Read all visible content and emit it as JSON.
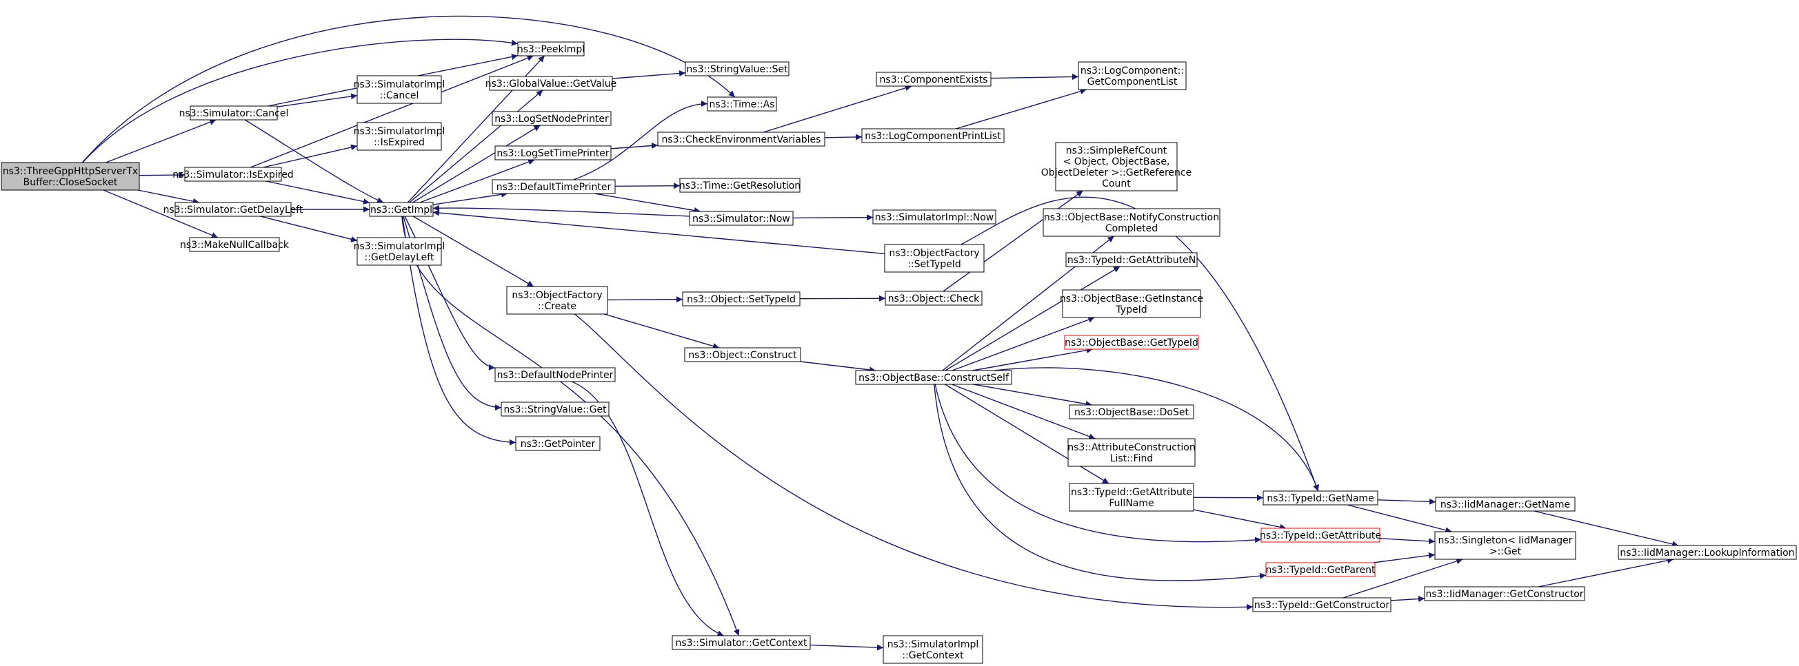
{
  "graph": {
    "colors": {
      "edge": "#191970",
      "node_border": "#000000",
      "node_fill": "#ffffff",
      "root_fill": "#bfbfbf",
      "truncated_border": "#ff0000"
    },
    "nodes": [
      {
        "id": "root",
        "lines": [
          "ns3::ThreeGppHttpServerTx",
          "Buffer::CloseSocket"
        ],
        "style": "root"
      },
      {
        "id": "sim_cancel",
        "lines": [
          "ns3::Simulator::Cancel"
        ]
      },
      {
        "id": "sim_isexpired",
        "lines": [
          "ns3::Simulator::IsExpired"
        ]
      },
      {
        "id": "sim_getdelayleft",
        "lines": [
          "ns3::Simulator::GetDelayLeft"
        ]
      },
      {
        "id": "makenullcallback",
        "lines": [
          "ns3::MakeNullCallback"
        ]
      },
      {
        "id": "simimpl_cancel",
        "lines": [
          "ns3::SimulatorImpl",
          "::Cancel"
        ]
      },
      {
        "id": "simimpl_isexpired",
        "lines": [
          "ns3::SimulatorImpl",
          "::IsExpired"
        ]
      },
      {
        "id": "getimpl",
        "lines": [
          "ns3::GetImpl"
        ]
      },
      {
        "id": "simimpl_getdelayleft",
        "lines": [
          "ns3::SimulatorImpl",
          "::GetDelayLeft"
        ]
      },
      {
        "id": "peekimpl",
        "lines": [
          "ns3::PeekImpl"
        ]
      },
      {
        "id": "globalvalue_getvalue",
        "lines": [
          "ns3::GlobalValue::GetValue"
        ]
      },
      {
        "id": "logsetnodeprinter",
        "lines": [
          "ns3::LogSetNodePrinter"
        ]
      },
      {
        "id": "logsettimeprinter",
        "lines": [
          "ns3::LogSetTimePrinter"
        ]
      },
      {
        "id": "defaulttimeprinter",
        "lines": [
          "ns3::DefaultTimePrinter"
        ]
      },
      {
        "id": "objectfactory_create",
        "lines": [
          "ns3::ObjectFactory",
          "::Create"
        ]
      },
      {
        "id": "defaultnodeprinter",
        "lines": [
          "ns3::DefaultNodePrinter"
        ]
      },
      {
        "id": "stringvalue_get",
        "lines": [
          "ns3::StringValue::Get"
        ]
      },
      {
        "id": "getpointer",
        "lines": [
          "ns3::GetPointer"
        ]
      },
      {
        "id": "stringvalue_set",
        "lines": [
          "ns3::StringValue::Set"
        ]
      },
      {
        "id": "time_as",
        "lines": [
          "ns3::Time::As"
        ]
      },
      {
        "id": "checkenvvars",
        "lines": [
          "ns3::CheckEnvironmentVariables"
        ]
      },
      {
        "id": "time_getresolution",
        "lines": [
          "ns3::Time::GetResolution"
        ]
      },
      {
        "id": "sim_now",
        "lines": [
          "ns3::Simulator::Now"
        ]
      },
      {
        "id": "object_settypeid",
        "lines": [
          "ns3::Object::SetTypeId"
        ]
      },
      {
        "id": "object_construct",
        "lines": [
          "ns3::Object::Construct"
        ]
      },
      {
        "id": "sim_getcontext",
        "lines": [
          "ns3::Simulator::GetContext"
        ]
      },
      {
        "id": "componentexists",
        "lines": [
          "ns3::ComponentExists"
        ]
      },
      {
        "id": "logcomponentprintlist",
        "lines": [
          "ns3::LogComponentPrintList"
        ]
      },
      {
        "id": "simimpl_now",
        "lines": [
          "ns3::SimulatorImpl::Now"
        ]
      },
      {
        "id": "objectfactory_settypeid",
        "lines": [
          "ns3::ObjectFactory",
          "::SetTypeId"
        ]
      },
      {
        "id": "object_check",
        "lines": [
          "ns3::Object::Check"
        ]
      },
      {
        "id": "objectbase_constructself",
        "lines": [
          "ns3::ObjectBase::ConstructSelf"
        ]
      },
      {
        "id": "simimpl_getcontext",
        "lines": [
          "ns3::SimulatorImpl",
          "::GetContext"
        ]
      },
      {
        "id": "logcomponent_getlist",
        "lines": [
          "ns3::LogComponent::",
          "GetComponentList"
        ]
      },
      {
        "id": "simplerefcount",
        "lines": [
          "ns3::SimpleRefCount",
          "< Object, ObjectBase,",
          "ObjectDeleter >::GetReference",
          "Count"
        ]
      },
      {
        "id": "notifyconstruction",
        "lines": [
          "ns3::ObjectBase::NotifyConstruction",
          "Completed"
        ]
      },
      {
        "id": "typeid_getattributen",
        "lines": [
          "ns3::TypeId::GetAttributeN"
        ]
      },
      {
        "id": "objectbase_getinstancetypeid",
        "lines": [
          "ns3::ObjectBase::GetInstance",
          "TypeId"
        ]
      },
      {
        "id": "objectbase_gettypeid",
        "lines": [
          "ns3::ObjectBase::GetTypeId"
        ],
        "style": "truncated"
      },
      {
        "id": "objectbase_doset",
        "lines": [
          "ns3::ObjectBase::DoSet"
        ]
      },
      {
        "id": "attrconstructionlist_find",
        "lines": [
          "ns3::AttributeConstruction",
          "List::Find"
        ]
      },
      {
        "id": "typeid_getattributefullname",
        "lines": [
          "ns3::TypeId::GetAttribute",
          "FullName"
        ]
      },
      {
        "id": "typeid_getname",
        "lines": [
          "ns3::TypeId::GetName"
        ]
      },
      {
        "id": "typeid_getattribute",
        "lines": [
          "ns3::TypeId::GetAttribute"
        ],
        "style": "truncated"
      },
      {
        "id": "typeid_getparent",
        "lines": [
          "ns3::TypeId::GetParent"
        ],
        "style": "truncated"
      },
      {
        "id": "typeid_getconstructor",
        "lines": [
          "ns3::TypeId::GetConstructor"
        ]
      },
      {
        "id": "iidmanager_getname",
        "lines": [
          "ns3::IidManager::GetName"
        ]
      },
      {
        "id": "singleton_get",
        "lines": [
          "ns3::Singleton< IidManager",
          ">::Get"
        ]
      },
      {
        "id": "iidmanager_getconstructor",
        "lines": [
          "ns3::IidManager::GetConstructor"
        ]
      },
      {
        "id": "iidmanager_lookupinformation",
        "lines": [
          "ns3::IidManager::LookupInformation"
        ]
      }
    ],
    "edges": [
      [
        "root",
        "sim_cancel"
      ],
      [
        "root",
        "sim_isexpired"
      ],
      [
        "root",
        "sim_getdelayleft"
      ],
      [
        "root",
        "makenullcallback"
      ],
      [
        "root",
        "peekimpl"
      ],
      [
        "root",
        "time_as"
      ],
      [
        "sim_cancel",
        "simimpl_cancel"
      ],
      [
        "sim_cancel",
        "getimpl"
      ],
      [
        "sim_cancel",
        "peekimpl"
      ],
      [
        "sim_isexpired",
        "simimpl_isexpired"
      ],
      [
        "sim_isexpired",
        "getimpl"
      ],
      [
        "sim_isexpired",
        "peekimpl"
      ],
      [
        "sim_getdelayleft",
        "getimpl"
      ],
      [
        "sim_getdelayleft",
        "simimpl_getdelayleft"
      ],
      [
        "getimpl",
        "peekimpl"
      ],
      [
        "getimpl",
        "globalvalue_getvalue"
      ],
      [
        "getimpl",
        "logsetnodeprinter"
      ],
      [
        "getimpl",
        "logsettimeprinter"
      ],
      [
        "getimpl",
        "defaulttimeprinter"
      ],
      [
        "getimpl",
        "objectfactory_create"
      ],
      [
        "getimpl",
        "defaultnodeprinter"
      ],
      [
        "getimpl",
        "stringvalue_get"
      ],
      [
        "getimpl",
        "getpointer"
      ],
      [
        "getimpl",
        "sim_getcontext"
      ],
      [
        "globalvalue_getvalue",
        "stringvalue_set"
      ],
      [
        "logsettimeprinter",
        "checkenvvars"
      ],
      [
        "defaulttimeprinter",
        "time_as"
      ],
      [
        "defaulttimeprinter",
        "time_getresolution"
      ],
      [
        "defaulttimeprinter",
        "sim_now"
      ],
      [
        "sim_now",
        "getimpl"
      ],
      [
        "sim_now",
        "simimpl_now"
      ],
      [
        "checkenvvars",
        "componentexists"
      ],
      [
        "checkenvvars",
        "logcomponentprintlist"
      ],
      [
        "componentexists",
        "logcomponent_getlist"
      ],
      [
        "logcomponentprintlist",
        "logcomponent_getlist"
      ],
      [
        "objectfactory_settypeid",
        "getimpl"
      ],
      [
        "objectfactory_settypeid",
        "typeid_getname"
      ],
      [
        "objectfactory_create",
        "object_settypeid"
      ],
      [
        "objectfactory_create",
        "object_construct"
      ],
      [
        "objectfactory_create",
        "typeid_getconstructor"
      ],
      [
        "object_settypeid",
        "object_check"
      ],
      [
        "object_check",
        "simplerefcount"
      ],
      [
        "object_construct",
        "objectbase_constructself"
      ],
      [
        "defaultnodeprinter",
        "sim_getcontext"
      ],
      [
        "sim_getcontext",
        "simimpl_getcontext"
      ],
      [
        "objectbase_constructself",
        "notifyconstruction"
      ],
      [
        "objectbase_constructself",
        "typeid_getattributen"
      ],
      [
        "objectbase_constructself",
        "objectbase_getinstancetypeid"
      ],
      [
        "objectbase_constructself",
        "objectbase_gettypeid"
      ],
      [
        "objectbase_constructself",
        "typeid_getname"
      ],
      [
        "objectbase_constructself",
        "objectbase_doset"
      ],
      [
        "objectbase_constructself",
        "attrconstructionlist_find"
      ],
      [
        "objectbase_constructself",
        "typeid_getattributefullname"
      ],
      [
        "objectbase_constructself",
        "typeid_getattribute"
      ],
      [
        "objectbase_constructself",
        "typeid_getparent"
      ],
      [
        "typeid_getattributefullname",
        "typeid_getname"
      ],
      [
        "typeid_getattributefullname",
        "typeid_getattribute"
      ],
      [
        "typeid_getname",
        "iidmanager_getname"
      ],
      [
        "typeid_getname",
        "singleton_get"
      ],
      [
        "typeid_getattribute",
        "singleton_get"
      ],
      [
        "typeid_getparent",
        "singleton_get"
      ],
      [
        "typeid_getconstructor",
        "singleton_get"
      ],
      [
        "typeid_getconstructor",
        "iidmanager_getconstructor"
      ],
      [
        "iidmanager_getname",
        "iidmanager_lookupinformation"
      ],
      [
        "iidmanager_getconstructor",
        "iidmanager_lookupinformation"
      ]
    ]
  }
}
